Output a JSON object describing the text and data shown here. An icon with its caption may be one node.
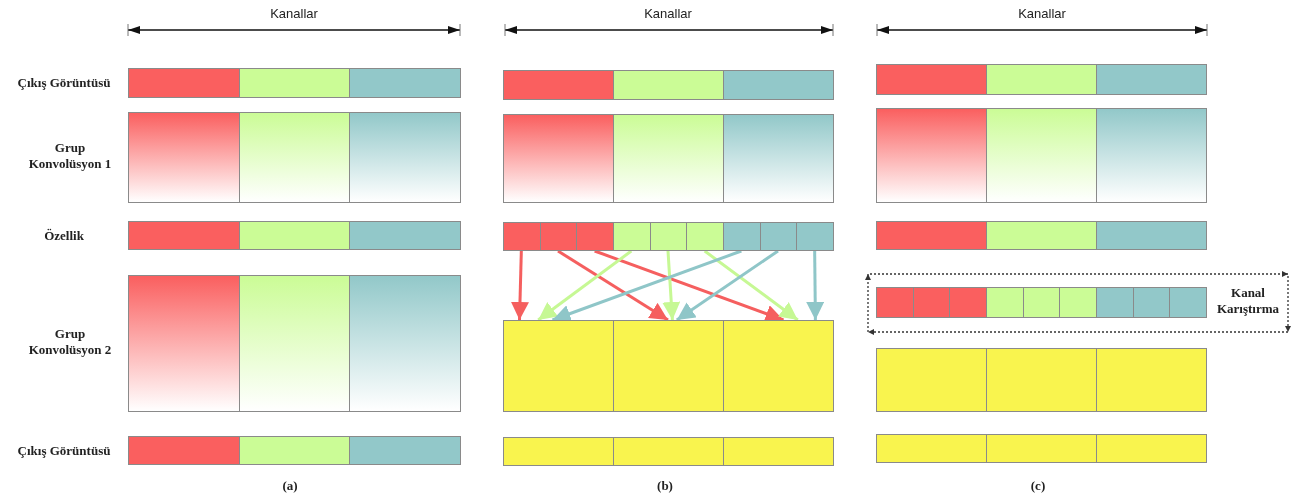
{
  "diagram": {
    "nodes": [
      {
        "text": [],
        "shape": "bar"
      },
      {
        "text": [],
        "shape": "bar"
      },
      {
        "text": [],
        "shape": "bar"
      },
      {
        "text": [],
        "shape": "bar"
      },
      {
        "text": [],
        "shape": "bar"
      },
      {
        "text": [],
        "shape": "bar"
      },
      {
        "text": [],
        "shape": "bar"
      },
      {
        "text": [],
        "shape": "bar"
      },
      {
        "text": [],
        "shape": "bar"
      },
      {
        "text": [],
        "shape": "bar"
      },
      {
        "text": [],
        "shape": "bar"
      },
      {
        "text": [],
        "shape": "bar"
      },
      {
        "text": [],
        "shape": "bar"
      },
      {
        "text": [],
        "shape": "bar"
      },
      {
        "text": [],
        "shape": "bar"
      },
      {
        "text": [],
        "shape": "bar"
      },
      {
        "text": [],
        "shape": "bar"
      },
      {
        "text": [],
        "shape": "bar"
      },
      {
        "text": [],
        "shape": "bar"
      },
      {
        "text": [],
        "shape": "bar"
      },
      {
        "text": [],
        "shape": "bar"
      },
      {
        "text": [],
        "shape": "bar"
      },
      {
        "text": [],
        "shape": "bar"
      },
      {
        "text": [],
        "shape": "bar"
      },
      {
        "text": [],
        "shape": "bar"
      },
      {
        "text": [],
        "shape": "bar"
      },
      {
        "text": [],
        "shape": "bar"
      },
      {
        "text": [],
        "shape": "bar"
      },
      {
        "text": [],
        "shape": "bar"
      },
      {
        "text": [],
        "shape": "bar"
      },
      {
        "text": [],
        "shape": "bar"
      },
      {
        "text": [],
        "shape": "bar"
      },
      {
        "text": [],
        "shape": "bar"
      },
      {
        "text": [],
        "shape": "bar"
      },
      {
        "text": [],
        "shape": "bar"
      },
      {
        "text": [],
        "shape": "bar"
      },
      {
        "text": [],
        "shape": "bar"
      },
      {
        "text": [],
        "shape": "bar"
      },
      {
        "text": [],
        "shape": "bar"
      },
      {
        "text": [],
        "shape": "bar"
      },
      {
        "text": [],
        "shape": "bar"
      },
      {
        "text": [],
        "shape": "bar"
      },
      {
        "text": [],
        "shape": "bar"
      },
      {
        "text": [],
        "shape": "bar"
      },
      {
        "text": [],
        "shape": "bar"
      },
      {
        "text": [],
        "shape": "bar"
      },
      {
        "text": [],
        "shape": "bar"
      },
      {
        "text": [],
        "shape": "bar"
      },
      {
        "text": [],
        "shape": "bar"
      },
      {
        "text": [],
        "shape": "bar"
      },
      {
        "text": [],
        "shape": "bar"
      },
      {
        "text": [],
        "shape": "bar"
      },
      {
        "text": [],
        "shape": "bar"
      },
      {
        "text": [],
        "shape": "bar"
      },
      {
        "text": [],
        "shape": "bar"
      },
      {
        "text": [],
        "shape": "bar"
      },
      {
        "text": [],
        "shape": "bar"
      },
      {
        "text": [],
        "shape": "bar"
      },
      {
        "text": [],
        "shape": "bar"
      },
      {
        "text": [],
        "shape": "bar"
      }
    ],
    "edges": [
      {
        "from": 21,
        "to": 30,
        "arrow": "to",
        "color": "#f55f5f"
      },
      {
        "from": 22,
        "to": 31,
        "arrow": "to",
        "color": "#f55f5f"
      },
      {
        "from": 23,
        "to": 32,
        "arrow": "to",
        "color": "#f55f5f"
      },
      {
        "from": 24,
        "to": 30,
        "arrow": "to",
        "color": "#c6f894"
      },
      {
        "from": 25,
        "to": 31,
        "arrow": "to",
        "color": "#c6f894"
      },
      {
        "from": 26,
        "to": 32,
        "arrow": "to",
        "color": "#c6f894"
      },
      {
        "from": 27,
        "to": 30,
        "arrow": "to",
        "color": "#8fc6c8"
      },
      {
        "from": 28,
        "to": 31,
        "arrow": "to",
        "color": "#8fc6c8"
      },
      {
        "from": 29,
        "to": 32,
        "arrow": "to",
        "color": "#8fc6c8"
      }
    ],
    "labels": [
      "Kanallar",
      "Kanallar",
      "Kanallar",
      "Çıkış Görüntüsü",
      "Grup Konvolüsyon 1",
      "Özellik",
      "Kanal Karıştırma",
      "Grup Konvolüsyon 2",
      "Çıkış Görüntüsü",
      "(a)",
      "(b)",
      "(c)"
    ]
  }
}
